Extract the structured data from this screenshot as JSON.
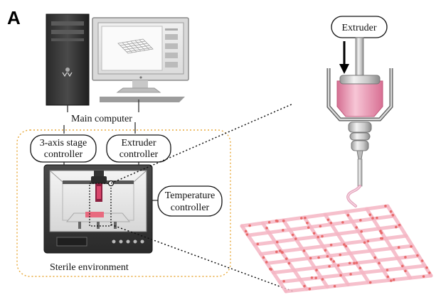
{
  "figure": {
    "panel_letter": "A",
    "labels": {
      "main_computer": "Main computer",
      "stage_controller_line1": "3-axis stage",
      "stage_controller_line2": "controller",
      "extruder_controller_line1": "Extruder",
      "extruder_controller_line2": "controller",
      "temperature_controller_line1": "Temperature",
      "temperature_controller_line2": "controller",
      "sterile_environment": "Sterile environment",
      "extruder": "Extruder"
    },
    "colors": {
      "enclosure_dash": "#e8a93a",
      "printer_body": "#3a3a3a",
      "scaffold_strand": "#f5b6c4",
      "scaffold_dot": "#e86a6a",
      "syringe_fill": "#e68aa8"
    }
  }
}
